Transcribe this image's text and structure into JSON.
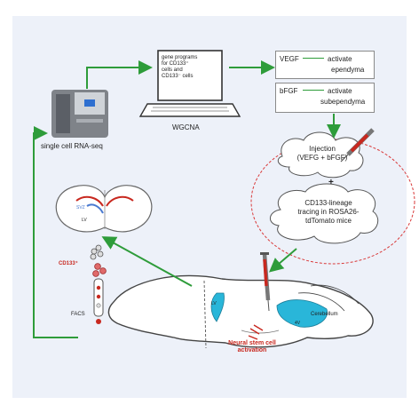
{
  "labels": {
    "sequencing": "single cell RNA-seq",
    "analysis": "WGCNA",
    "screen_line1": "gene programs",
    "screen_line2": "for CD133⁺",
    "screen_line3": "cells and",
    "screen_line4": "CD133⁻ cells",
    "vegf": "VEGF",
    "vegf_action": "activate",
    "vegf_target": "ependyma",
    "bfgf": "bFGF",
    "bfgf_action": "activate",
    "bfgf_target": "subependyma",
    "injection_line1": "Injection",
    "injection_line2": "(VEFG + bFGF)",
    "plus": "+",
    "tracing_line1": "CD133-lineage",
    "tracing_line2": "tracing in ROSA26-",
    "tracing_line3": "tdTomato mice",
    "svz": "SVZ",
    "lv": "LV",
    "cd133_sorted": "CD133⁺",
    "facs": "FACS",
    "brain_lv": "LV",
    "cerebellum": "Cerebellum",
    "fourth_v": "4V",
    "activation_line1": "Neural stem cell",
    "activation_line2": "activation"
  },
  "colors": {
    "arrow": "#2e9c3a",
    "accent_red": "#c8281f",
    "ventricle": "#29b6d9",
    "panel": "#edf1f9"
  }
}
